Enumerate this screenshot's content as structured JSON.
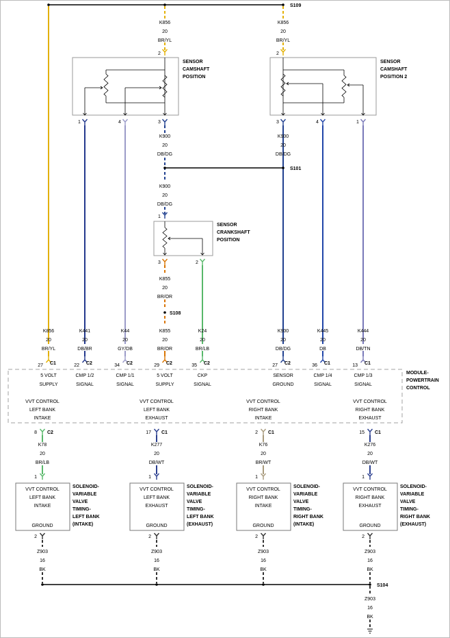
{
  "colors": {
    "BR/YL": "#e3b000",
    "DB/DG": "#1f3f8f",
    "DB/BR": "#22378c",
    "GY/DB": "#9a9ac8",
    "BR/OR": "#d97400",
    "BR/LB": "#58b86a",
    "DB": "#1f44a8",
    "DB/TN": "#7878b8",
    "BR/WT": "#a89a7c",
    "DB/WT": "#2a3e8e",
    "BK": "#333333",
    "splice": "#000000",
    "box": "#9a9a9a",
    "pcm_border": "#a0a0a0"
  },
  "splices": {
    "s109": "S109",
    "s101": "S101",
    "s108": "S108",
    "s104": "S104"
  },
  "top_wires": {
    "k856_a": {
      "circuit": "K856",
      "gauge": "20",
      "color": "BR/YL"
    },
    "k856_b": {
      "circuit": "K856",
      "gauge": "20",
      "color": "BR/YL"
    }
  },
  "cmp1": {
    "title": [
      "SENSOR",
      "CAMSHAFT",
      "POSITION"
    ],
    "pins": {
      "p2": "2",
      "p1": "1",
      "p4": "4",
      "p3": "3"
    }
  },
  "cmp2": {
    "title": [
      "SENSOR",
      "CAMSHAFT",
      "POSITION 2"
    ],
    "pins": {
      "p2": "2",
      "p3": "3",
      "p4": "4",
      "p1": "1"
    }
  },
  "mid_wires": {
    "k900_a": {
      "circuit": "K900",
      "gauge": "20",
      "color": "DB/DG"
    },
    "k900_b": {
      "circuit": "K900",
      "gauge": "20",
      "color": "DB/DG"
    },
    "k900_c": {
      "circuit": "K900",
      "gauge": "20",
      "color": "DB/DG"
    },
    "k855": {
      "circuit": "K855",
      "gauge": "20",
      "color": "BR/OR"
    }
  },
  "ckp": {
    "title": [
      "SENSOR",
      "CRANKSHAFT",
      "POSITION"
    ],
    "pins": {
      "p1": "1",
      "p3": "3",
      "p2": "2"
    }
  },
  "pcm_wires": [
    {
      "circuit": "K856",
      "gauge": "20",
      "color": "BR/YL",
      "pin": "27",
      "conn": "C1",
      "func": [
        "5 VOLT",
        "SUPPLY"
      ]
    },
    {
      "circuit": "K441",
      "gauge": "20",
      "color": "DB/BR",
      "pin": "22",
      "conn": "C2",
      "func": [
        "CMP 1/2",
        "SIGNAL"
      ]
    },
    {
      "circuit": "K44",
      "gauge": "20",
      "color": "GY/DB",
      "pin": "34",
      "conn": "C2",
      "func": [
        "CMP 1/1",
        "SIGNAL"
      ]
    },
    {
      "circuit": "K855",
      "gauge": "20",
      "color": "BR/OR",
      "pin": "29",
      "conn": "C2",
      "func": [
        "5 VOLT",
        "SUPPLY"
      ]
    },
    {
      "circuit": "K24",
      "gauge": "20",
      "color": "BR/LB",
      "pin": "35",
      "conn": "C2",
      "func": [
        "CKP",
        "SIGNAL"
      ]
    },
    {
      "circuit": "K900",
      "gauge": "20",
      "color": "DB/DG",
      "pin": "27",
      "conn": "C2",
      "func": [
        "SENSOR",
        "GROUND"
      ]
    },
    {
      "circuit": "K445",
      "gauge": "20",
      "color": "DB",
      "pin": "36",
      "conn": "C1",
      "func": [
        "CMP 1/4",
        "SIGNAL"
      ]
    },
    {
      "circuit": "K444",
      "gauge": "20",
      "color": "DB/TN",
      "pin": "13",
      "conn": "C1",
      "func": [
        "CMP 1/3",
        "SIGNAL"
      ]
    }
  ],
  "pcm": {
    "title": [
      "MODULE-",
      "POWERTRAIN",
      "CONTROL"
    ],
    "vvt": [
      [
        "VVT CONTROL",
        "LEFT BANK",
        "INTAKE"
      ],
      [
        "VVT CONTROL",
        "LEFT BANK",
        "EXHAUST"
      ],
      [
        "VVT CONTROL",
        "RIGHT BANK",
        "INTAKE"
      ],
      [
        "VVT CONTROL",
        "RIGHT BANK",
        "EXHAUST"
      ]
    ]
  },
  "solenoids": [
    {
      "pin": "8",
      "conn": "C2",
      "circuit": "K78",
      "gauge": "20",
      "color": "BR/LB",
      "p1": "1",
      "p2": "2",
      "inner": [
        "VVT CONTROL",
        "LEFT BANK",
        "INTAKE"
      ],
      "ground": "GROUND",
      "title": [
        "SOLENOID-",
        "VARIABLE",
        "VALVE",
        "TIMING-",
        "LEFT BANK",
        "(INTAKE)"
      ],
      "gnd": {
        "circuit": "Z903",
        "gauge": "16",
        "color": "BK"
      }
    },
    {
      "pin": "17",
      "conn": "C1",
      "circuit": "K277",
      "gauge": "20",
      "color": "DB/WT",
      "p1": "1",
      "p2": "2",
      "inner": [
        "VVT CONTROL",
        "LEFT BANK",
        "EXHAUST"
      ],
      "ground": "GROUND",
      "title": [
        "SOLENOID-",
        "VARIABLE",
        "VALVE",
        "TIMING-",
        "LEFT BANK",
        "(EXHAUST)"
      ],
      "gnd": {
        "circuit": "Z903",
        "gauge": "16",
        "color": "BK"
      }
    },
    {
      "pin": "2",
      "conn": "C1",
      "circuit": "K76",
      "gauge": "20",
      "color": "BR/WT",
      "p1": "1",
      "p2": "2",
      "inner": [
        "VVT CONTROL",
        "RIGHT BANK",
        "INTAKE"
      ],
      "ground": "GROUND",
      "title": [
        "SOLENOID-",
        "VARIABLE",
        "VALVE",
        "TIMING-",
        "RIGHT BANK",
        "(INTAKE)"
      ],
      "gnd": {
        "circuit": "Z903",
        "gauge": "16",
        "color": "BK"
      }
    },
    {
      "pin": "15",
      "conn": "C1",
      "circuit": "K276",
      "gauge": "20",
      "color": "DB/WT",
      "p1": "1",
      "p2": "2",
      "inner": [
        "VVT CONTROL",
        "RIGHT BANK",
        "EXHAUST"
      ],
      "ground": "GROUND",
      "title": [
        "SOLENOID-",
        "VARIABLE",
        "VALVE",
        "TIMING-",
        "RIGHT BANK",
        "(EXHAUST)"
      ],
      "gnd": {
        "circuit": "Z903",
        "gauge": "16",
        "color": "BK"
      }
    }
  ],
  "ground_out": {
    "circuit": "Z903",
    "gauge": "16",
    "color": "BK"
  }
}
